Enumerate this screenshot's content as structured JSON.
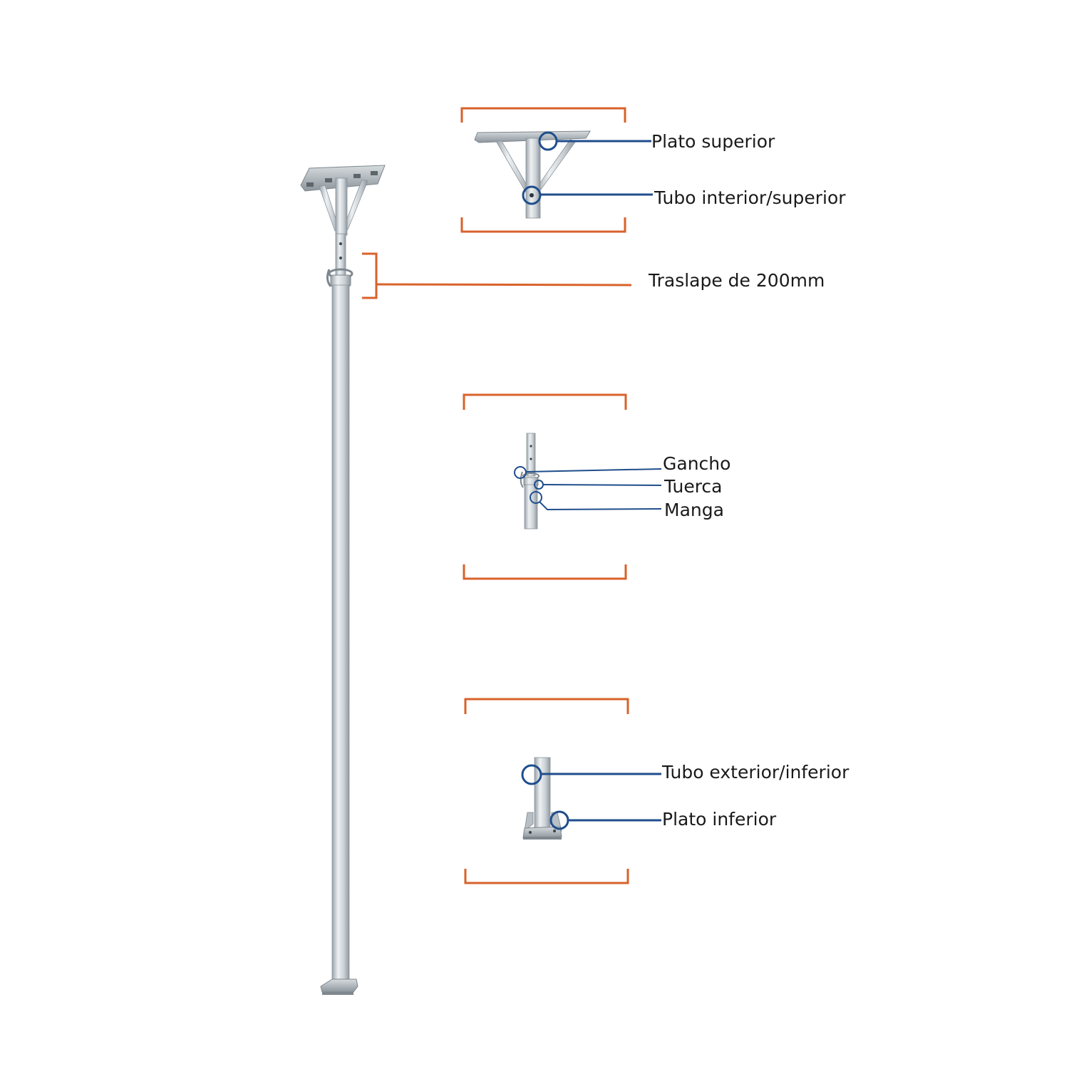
{
  "colors": {
    "bracket": "#D9622B",
    "callout": "#1F4E8C",
    "steel_light": "#E3E7EA",
    "steel_mid": "#BFC6CC",
    "steel_dark": "#8D969D"
  },
  "labels": {
    "top_plate": "Plato superior",
    "inner_tube": "Tubo interior/superior",
    "overlap": "Traslape de 200mm",
    "hook": "Gancho",
    "nut": "Tuerca",
    "sleeve": "Manga",
    "outer_tube": "Tubo exterior/inferior",
    "bottom_plate": "Plato inferior"
  }
}
